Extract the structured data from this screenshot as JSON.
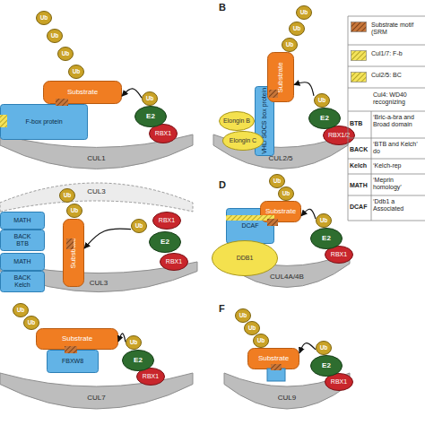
{
  "diagram": {
    "nodes": [
      {
        "text": [
          "Ub"
        ]
      },
      {
        "text": [
          "Ub"
        ]
      },
      {
        "text": [
          "Ub"
        ]
      },
      {
        "text": [
          "Ub"
        ]
      },
      {
        "text": [
          "Substrate"
        ]
      },
      {
        "text": [
          "F-box protein"
        ]
      },
      {
        "text": [
          "Ub"
        ]
      },
      {
        "text": [
          "E2"
        ]
      },
      {
        "text": [
          "RBX1"
        ]
      },
      {
        "text": [
          "CUL1"
        ]
      },
      {
        "text": [
          "Ub"
        ]
      },
      {
        "text": [
          "Ub"
        ]
      },
      {
        "text": [
          "Ub"
        ]
      },
      {
        "text": [
          "Substrate"
        ]
      },
      {
        "text": [
          "VHL/ SOCS box protein"
        ]
      },
      {
        "text": [
          "Elongin B"
        ]
      },
      {
        "text": [
          "Elongin C"
        ]
      },
      {
        "text": [
          "Ub"
        ]
      },
      {
        "text": [
          "E2"
        ]
      },
      {
        "text": [
          "RBX1/2"
        ]
      },
      {
        "text": [
          "CUL2/5"
        ]
      },
      {
        "text": [
          "CUL3"
        ]
      },
      {
        "text": [
          "Ub"
        ]
      },
      {
        "text": [
          "Ub"
        ]
      },
      {
        "text": [
          "MATH"
        ]
      },
      {
        "text": [
          "BACK",
          "BTB"
        ]
      },
      {
        "text": [
          "MATH"
        ]
      },
      {
        "text": [
          "BACK",
          "Kelch"
        ]
      },
      {
        "text": [
          "Substrate"
        ]
      },
      {
        "text": [
          "Ub"
        ]
      },
      {
        "text": [
          "E2"
        ]
      },
      {
        "text": [
          "RBX1"
        ]
      },
      {
        "text": [
          "RBX1"
        ]
      },
      {
        "text": [
          "CUL3"
        ]
      },
      {
        "text": [
          "Ub"
        ]
      },
      {
        "text": [
          "Ub"
        ]
      },
      {
        "text": [
          "Substrate"
        ]
      },
      {
        "text": [
          "DCAF"
        ]
      },
      {
        "text": [
          "DDB1"
        ]
      },
      {
        "text": [
          "Ub"
        ]
      },
      {
        "text": [
          "E2"
        ]
      },
      {
        "text": [
          "RBX1"
        ]
      },
      {
        "text": [
          "CUL4A/4B"
        ]
      },
      {
        "text": [
          "Ub"
        ]
      },
      {
        "text": [
          "Ub"
        ]
      },
      {
        "text": [
          "Substrate"
        ]
      },
      {
        "text": [
          "FBXW8"
        ]
      },
      {
        "text": [
          "Ub"
        ]
      },
      {
        "text": [
          "E2"
        ]
      },
      {
        "text": [
          "RBX1"
        ]
      },
      {
        "text": [
          "CUL7"
        ]
      },
      {
        "text": [
          "Ub"
        ]
      },
      {
        "text": [
          "Ub"
        ]
      },
      {
        "text": [
          "Ub"
        ]
      },
      {
        "text": [
          "Substrate"
        ]
      },
      {
        "text": [
          "Ub"
        ]
      },
      {
        "text": [
          "E2"
        ]
      },
      {
        "text": [
          "RBX1"
        ]
      },
      {
        "text": [
          "CUL9"
        ]
      }
    ],
    "edges": [
      {
        "from": 6,
        "to": 4,
        "arrow": "to"
      },
      {
        "from": 17,
        "to": 13,
        "arrow": "to"
      },
      {
        "from": 29,
        "to": 28,
        "arrow": "to"
      },
      {
        "from": 39,
        "to": 36,
        "arrow": "to"
      },
      {
        "from": 47,
        "to": 45,
        "arrow": "to"
      },
      {
        "from": 55,
        "to": 54,
        "arrow": "to"
      }
    ],
    "labels": [
      "B",
      "D",
      "F",
      "Cul4: WD40 recognizing",
      "BTB",
      "‘Bric-a-bra and Broad domain",
      "BACK",
      "‘BTB and Kelch’ do",
      "Kelch",
      "‘Kelch-rep",
      "MATH",
      "‘Meprin homology’",
      "DCAF",
      "‘Ddb1 a Associated"
    ],
    "legend": [
      {
        "text": "Substrate motif (SRM"
      },
      {
        "text": "Cul1/7: F-b"
      },
      {
        "text": "Cul2/5: BC"
      }
    ]
  }
}
